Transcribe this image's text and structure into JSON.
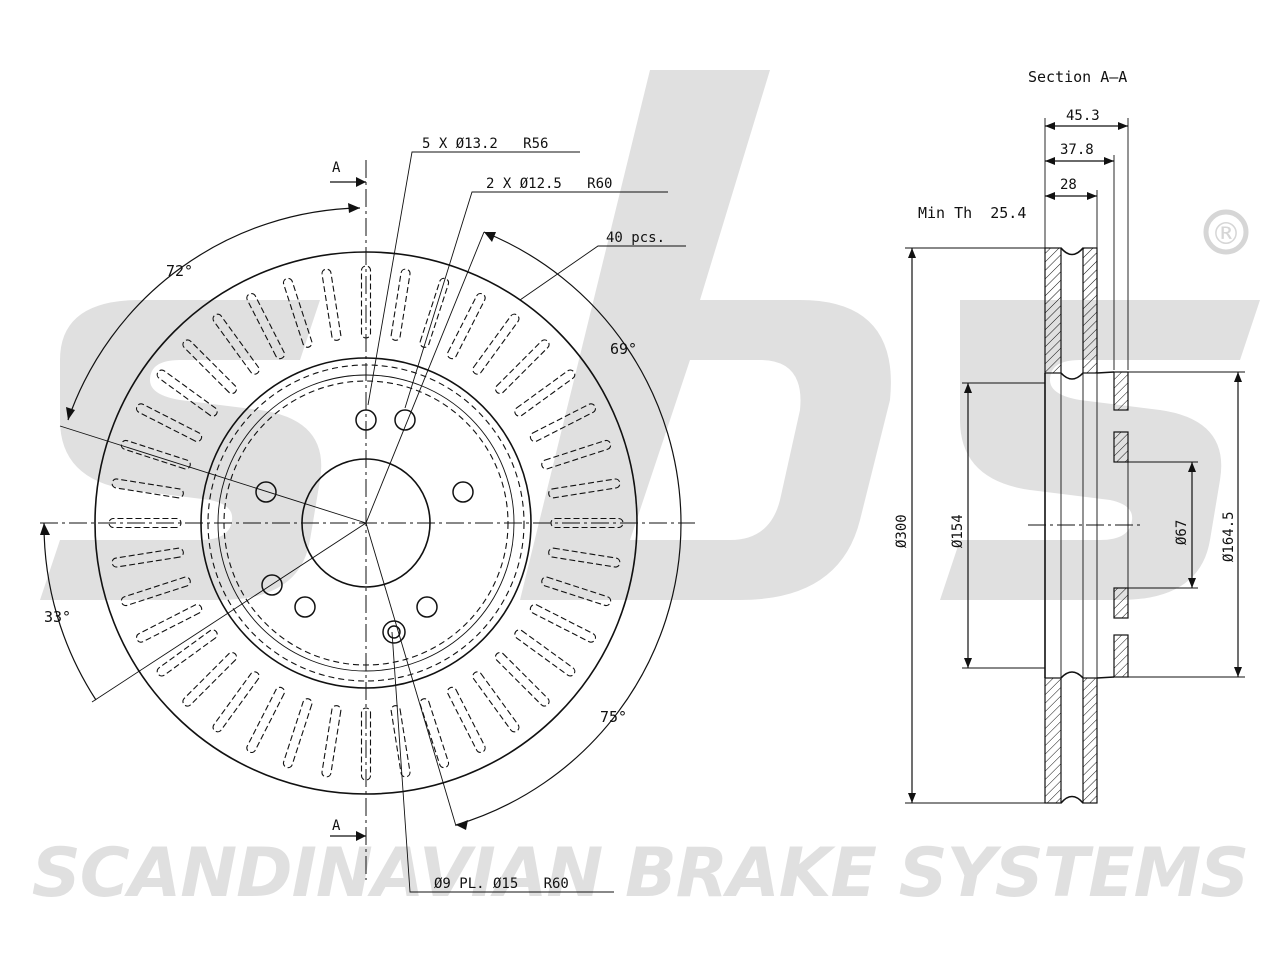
{
  "watermark": {
    "logo_text": "sbs",
    "company": "SCANDINAVIAN BRAKE SYSTEMS",
    "registered_mark": "®"
  },
  "front_view": {
    "section_marker_top": "A",
    "section_marker_bottom": "A",
    "callouts": {
      "bolt_holes": "5 X Ø13.2   R56",
      "locating_holes": "2 X Ø12.5   R60",
      "vents": "40 pcs.",
      "threaded_holes": "Ø9 PL. Ø15   R60"
    },
    "angles": {
      "a72": "72°",
      "a69": "69°",
      "a33": "33°",
      "a75": "75°"
    }
  },
  "section_view": {
    "title": "Section A–A",
    "min_thickness": "Min Th  25.4",
    "widths": {
      "w1": "45.3",
      "w2": "37.8",
      "w3": "28"
    },
    "diameters": {
      "outer": "Ø300",
      "hat": "Ø154",
      "bore": "Ø67",
      "hub": "Ø164.5"
    }
  },
  "colors": {
    "ink": "#111111",
    "watermark": "#e0e0e0"
  }
}
